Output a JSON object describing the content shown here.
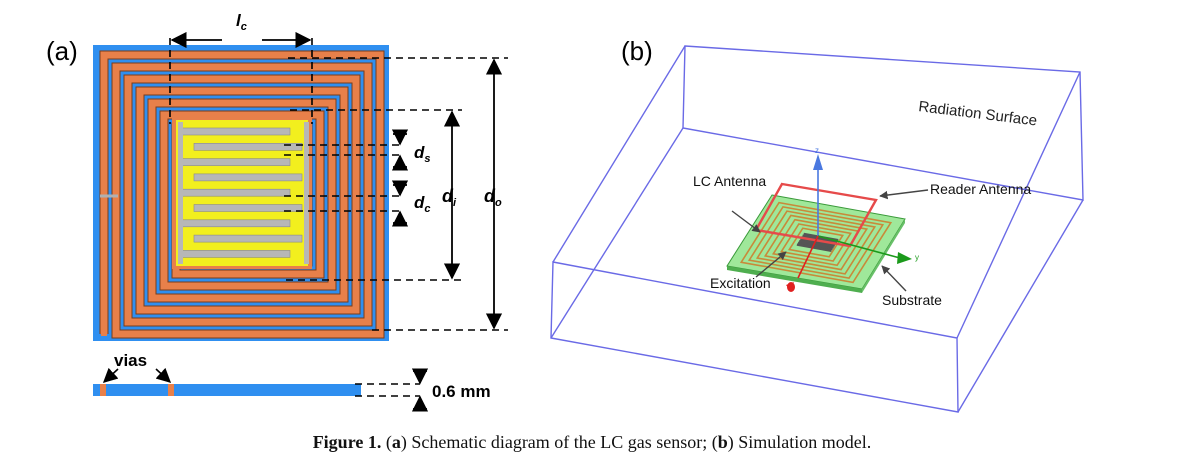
{
  "panel_a": {
    "label": "(a)",
    "dims": {
      "lc": {
        "main": "l",
        "sub": "c"
      },
      "ds": {
        "main": "d",
        "sub": "s"
      },
      "dc": {
        "main": "d",
        "sub": "c"
      },
      "di": {
        "main": "d",
        "sub": "i"
      },
      "do": {
        "main": "d",
        "sub": "o"
      }
    },
    "side_view": {
      "vias_label": "vias",
      "thickness_label": "0.6 mm"
    }
  },
  "panel_b": {
    "label": "(b)",
    "labels": {
      "radiation_surface": "Radiation Surface",
      "lc_antenna": "LC Antenna",
      "reader_antenna": "Reader Antenna",
      "excitation": "Excitation",
      "substrate": "Substrate",
      "axis_z": "z",
      "axis_y": "y"
    }
  },
  "caption": {
    "figure_label": "Figure 1.",
    "a_prefix": "(",
    "a_letter": "a",
    "a_text": ") Schematic diagram of the LC gas sensor; (",
    "b_letter": "b",
    "b_text": ") Simulation model."
  },
  "colors": {
    "substrate_blue": "#2f8ff0",
    "copper": "#e8804a",
    "electrode_yellow": "#f2ef1e",
    "finger_gray": "#b7b7b7",
    "box_edge": "#6a6ae6",
    "reader_red": "#e64a4a",
    "substrate_green": "#9fe89a"
  }
}
